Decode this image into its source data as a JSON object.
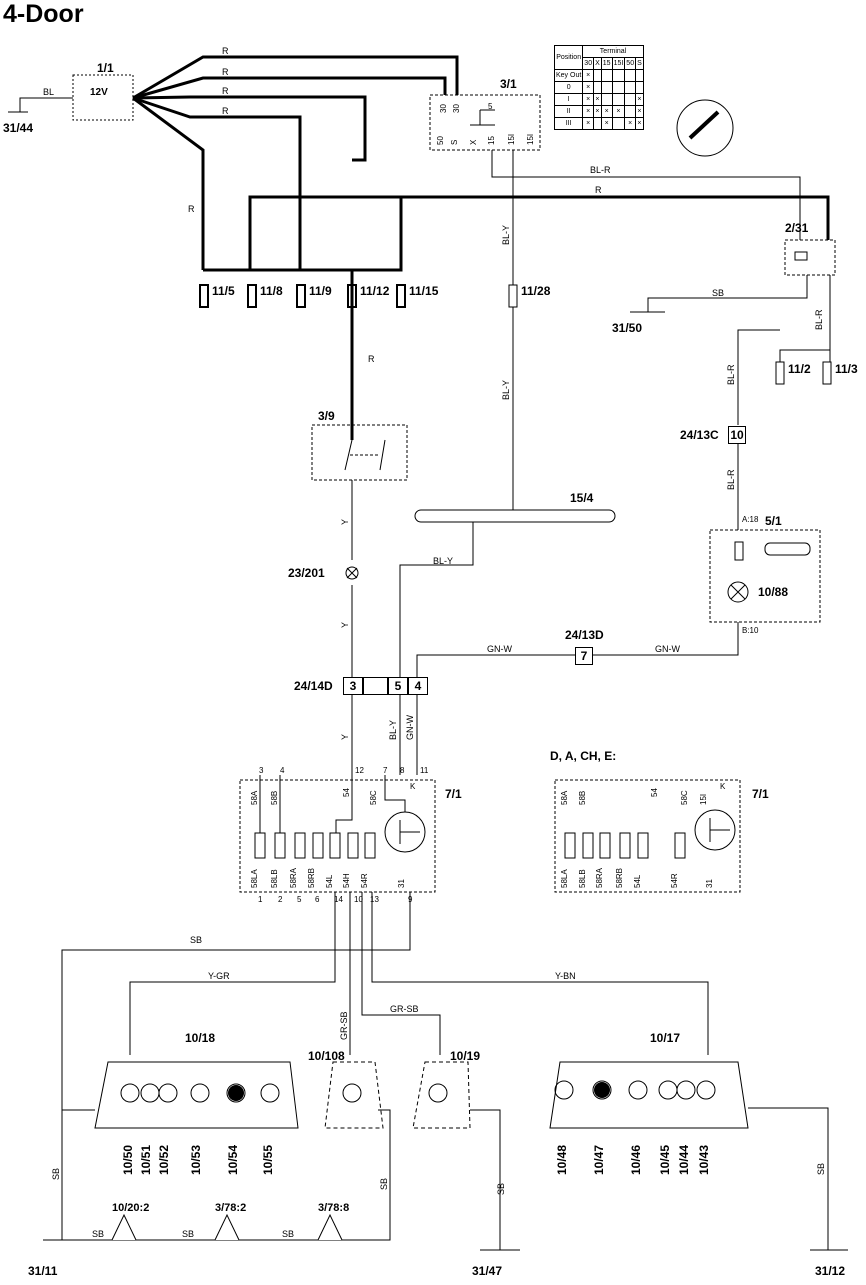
{
  "title": "4-Door",
  "components": {
    "battery": {
      "ref": "1/1",
      "voltage": "12V"
    },
    "ignition_switch": {
      "ref": "3/1"
    },
    "relay": {
      "ref": "2/31"
    },
    "hazard_switch": {
      "ref": "3/9"
    },
    "connector_block": {
      "ref": "15/4"
    },
    "bulb_23_201": {
      "ref": "23/201"
    },
    "instrument": {
      "ref": "5/1",
      "bulb": "10/88",
      "pin_a": "A:18",
      "pin_b": "B:10"
    },
    "flasher_main": {
      "ref": "7/1"
    },
    "flasher_alt": {
      "ref": "7/1",
      "heading": "D, A, CH, E:"
    },
    "rear_left": {
      "ref": "10/18"
    },
    "plate_lamp": {
      "ref": "10/108"
    },
    "plate_lamp_2": {
      "ref": "10/19"
    },
    "rear_right": {
      "ref": "10/17"
    }
  },
  "fuses": [
    "11/5",
    "11/8",
    "11/9",
    "11/12",
    "11/15",
    "11/28",
    "11/2",
    "11/3"
  ],
  "grounds": [
    "31/44",
    "31/50",
    "31/11",
    "31/47",
    "31/12"
  ],
  "connectors": {
    "c24_13C": {
      "ref": "24/13C",
      "pin": "10"
    },
    "c24_13D": {
      "ref": "24/13D",
      "pin": "7"
    },
    "c24_14D": {
      "ref": "24/14D",
      "pins": [
        "3",
        "",
        "5",
        "4"
      ]
    }
  },
  "wire_colors": {
    "R": "R",
    "BL": "BL",
    "BL_R": "BL-R",
    "BL_Y": "BL-Y",
    "SB": "SB",
    "Y": "Y",
    "GN_W": "GN-W",
    "Y_GR": "Y-GR",
    "GR_SB": "GR-SB",
    "Y_BN": "Y-BN"
  },
  "ignition_table": {
    "headers": [
      "Position",
      "Terminal"
    ],
    "terminals": [
      "30",
      "X",
      "15",
      "15I",
      "50",
      "S"
    ],
    "positions": [
      "Key Out",
      "0",
      "I",
      "II",
      "III"
    ]
  },
  "flasher_pins_top": [
    "3",
    "4",
    "12",
    "7",
    "8",
    "11"
  ],
  "flasher_pins_bottom": [
    "1",
    "2",
    "5",
    "6",
    "14",
    "10",
    "13",
    "9"
  ],
  "flasher_terms": [
    "58A",
    "58B",
    "54",
    "58C",
    "K",
    "58LA",
    "58LB",
    "58RA",
    "58RB",
    "54L",
    "54H",
    "54R",
    "31"
  ],
  "flasher_alt_terms": [
    "58A",
    "58B",
    "54",
    "58C",
    "15I",
    "K",
    "58LA",
    "58LB",
    "58RA",
    "58RB",
    "54L",
    "54R",
    "31"
  ],
  "rear_left_bulbs": [
    "10/50",
    "10/51",
    "10/52",
    "10/53",
    "10/54",
    "10/55"
  ],
  "rear_right_bulbs": [
    "10/48",
    "10/47",
    "10/46",
    "10/45",
    "10/44",
    "10/43"
  ],
  "ground_points": [
    "10/20:2",
    "3/78:2",
    "3/78:8"
  ],
  "switch_terms": [
    "50",
    "S",
    "X",
    "15",
    "15I",
    "15I",
    "30",
    "30",
    "5"
  ]
}
